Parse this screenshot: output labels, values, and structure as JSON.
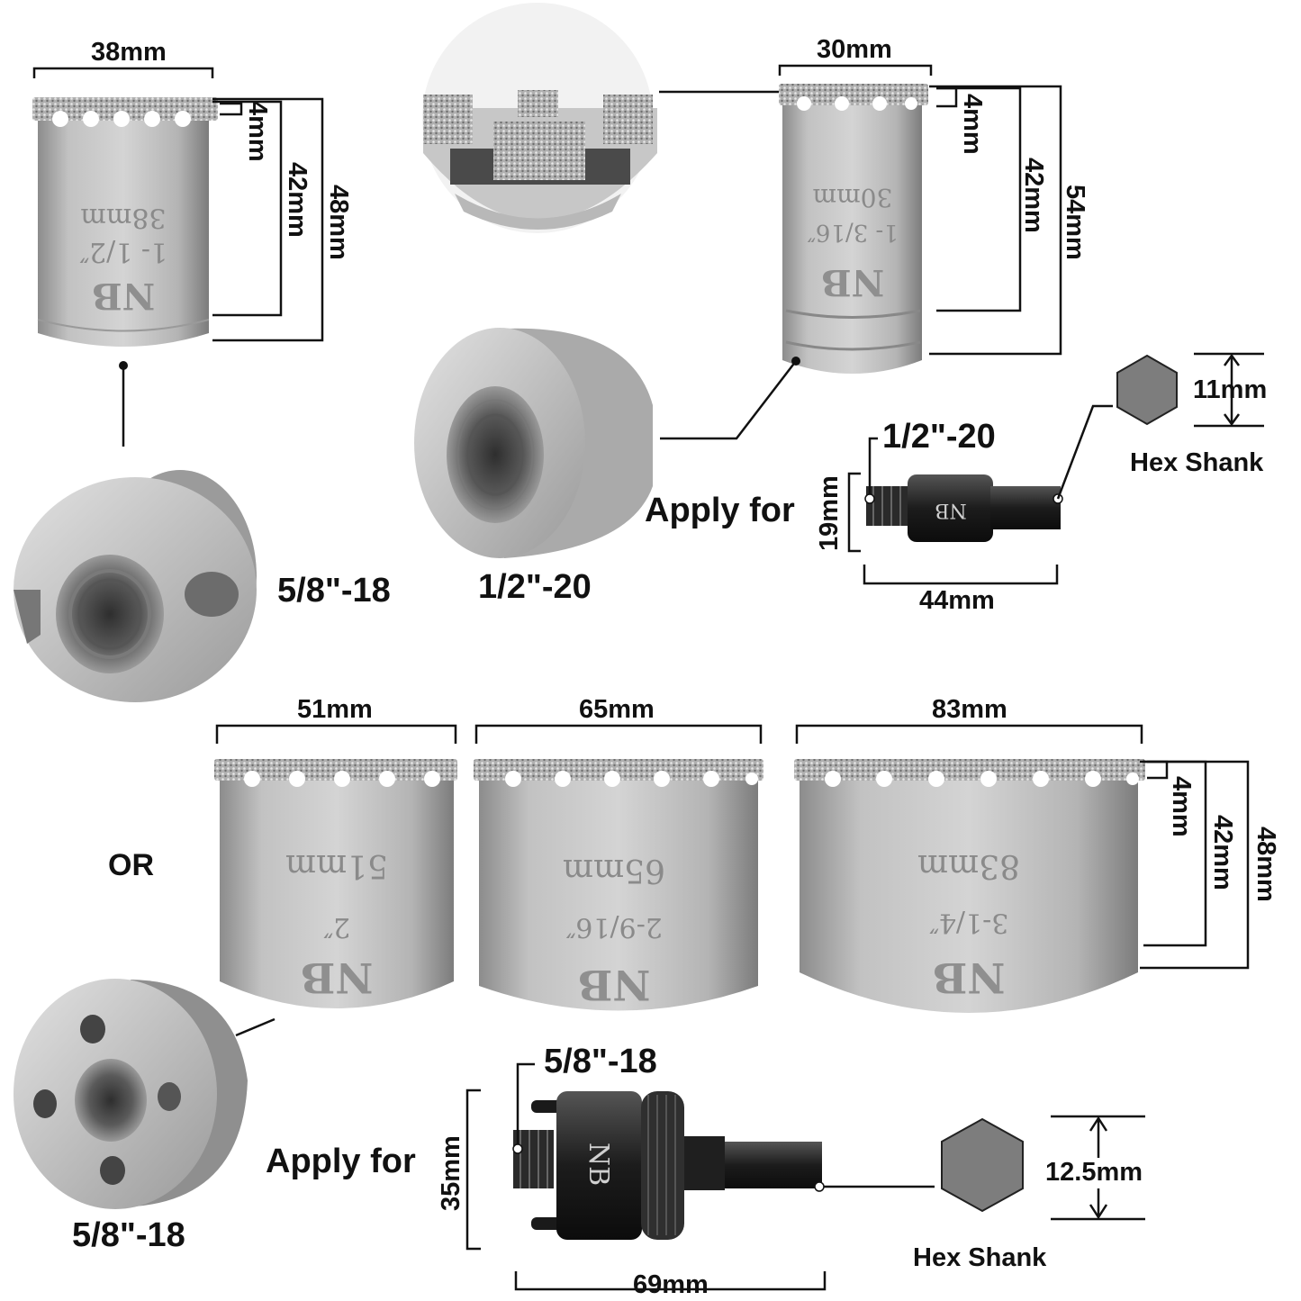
{
  "brand": "NB",
  "colors": {
    "background": "#ffffff",
    "steel": "#b8b8b8",
    "steel_dark": "#8a8a8a",
    "adapter_black": "#1e1e1e",
    "hex_face": "#7d7d7d",
    "lines": "#111111"
  },
  "top_left_bit": {
    "diameter_label": "38mm",
    "tooth_label": "4mm",
    "cut_depth_label": "42mm",
    "height_label": "48mm",
    "engraving_size": "1-1/2\"",
    "engraving_metric": "38mm",
    "back_thread_label": "5/8\"-18"
  },
  "top_right_bit": {
    "diameter_label": "30mm",
    "tooth_label": "4mm",
    "cut_depth_label": "42mm",
    "height_label": "54mm",
    "engraving_size": "1-3/16\"",
    "engraving_metric": "30mm",
    "back_thread_label": "1/2\"-20"
  },
  "small_adapter": {
    "apply_label": "Apply for",
    "thread_label": "1/2\"-20",
    "height_label": "19mm",
    "length_label": "44mm",
    "hex_size_label": "11mm",
    "hex_label": "Hex Shank"
  },
  "or_label": "OR",
  "large_bits": [
    {
      "diameter_label": "51mm",
      "engraving_size": "2\"",
      "engraving_metric": "51mm"
    },
    {
      "diameter_label": "65mm",
      "engraving_size": "2-9/16\"",
      "engraving_metric": "65mm"
    },
    {
      "diameter_label": "83mm",
      "engraving_size": "3-1/4\"",
      "engraving_metric": "83mm",
      "tooth_label": "4mm",
      "cut_depth_label": "42mm",
      "height_label": "48mm"
    }
  ],
  "large_adapter": {
    "apply_label": "Apply for",
    "thread_label": "5/8\"-18",
    "back_thread_label": "5/8\"-18",
    "height_label": "35mm",
    "length_label": "69mm",
    "hex_size_label": "12.5mm",
    "hex_label": "Hex Shank"
  }
}
